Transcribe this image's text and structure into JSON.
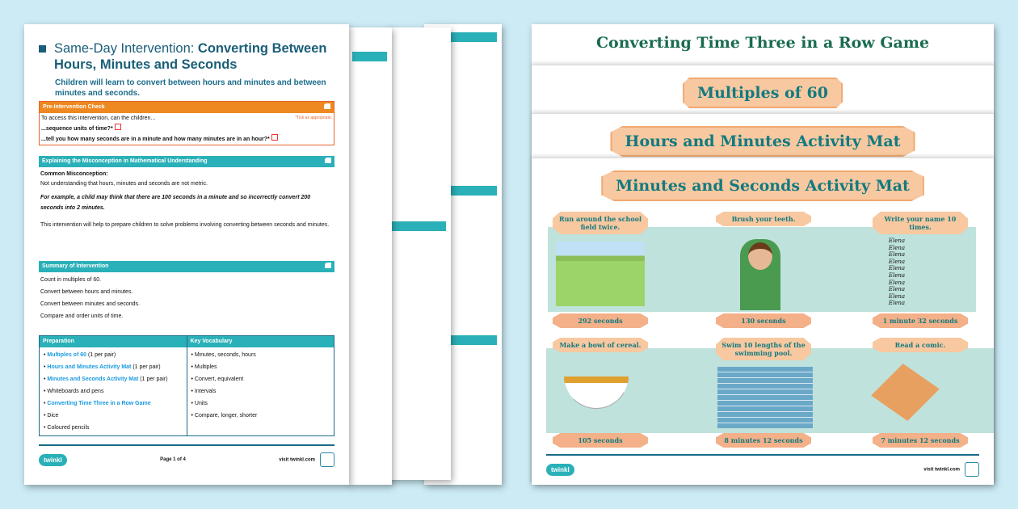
{
  "left_doc": {
    "title_light": "Same-Day Intervention: ",
    "title_bold": "Converting Between Hours, Minutes and Seconds",
    "subtitle": "Children will learn to convert between hours and minutes and between minutes and seconds.",
    "pre_check": {
      "header": "Pre-Intervention Check",
      "intro": "To access this intervention, can the children...",
      "note": "*Tick as appropriate.",
      "items": [
        "...sequence units of time?*",
        "...tell you how many seconds are in a minute and how many minutes are in an hour?*"
      ]
    },
    "misconception": {
      "header": "Explaining the Misconception in Mathematical Understanding",
      "label": "Common Misconception:",
      "text": "Not understanding that hours, minutes and seconds are not metric.",
      "example": "For example, a child may think that there are 100 seconds in a minute and so incorrectly convert 200 seconds into 2 minutes.",
      "help": "This intervention will help to prepare children to solve problems involving converting between seconds and minutes."
    },
    "summary": {
      "header": "Summary of Intervention",
      "items": [
        "Count in multiples of 60.",
        "Convert between hours and minutes.",
        "Convert between minutes and seconds.",
        "Compare and order units of time."
      ]
    },
    "preparation": {
      "header": "Preparation",
      "items": [
        {
          "link": "Multiples of 60",
          "rest": " (1 per pair)"
        },
        {
          "link": "Hours and Minutes Activity Mat",
          "rest": " (1 per pair)"
        },
        {
          "link": "Minutes and Seconds Activity Mat",
          "rest": " (1 per pair)"
        },
        {
          "link": "",
          "rest": "Whiteboards and pens"
        },
        {
          "link": "Converting Time Three in a Row Game",
          "rest": ""
        },
        {
          "link": "",
          "rest": "Dice"
        },
        {
          "link": "",
          "rest": "Coloured pencils"
        }
      ]
    },
    "vocabulary": {
      "header": "Key Vocabulary",
      "items": [
        "Minutes, seconds, hours",
        "Multiples",
        "Convert, equivalent",
        "Intervals",
        "Units",
        "Compare, longer, shorter"
      ]
    },
    "footer": {
      "logo": "twinkl",
      "page": "Page 1 of 4",
      "site": "visit twinkl.com"
    }
  },
  "right_doc": {
    "game_title": "Converting Time Three in a Row Game",
    "mat1": "Multiples of 60",
    "mat2": "Hours and Minutes Activity Mat",
    "mat3": "Minutes and Seconds Activity Mat",
    "activities": [
      {
        "task": "Run around the school field twice.",
        "answer": "292 seconds"
      },
      {
        "task": "Brush your teeth.",
        "answer": "130 seconds"
      },
      {
        "task": "Write your name 10 times.",
        "answer": "1 minute 32 seconds"
      },
      {
        "task": "Make a bowl of cereal.",
        "answer": "105 seconds"
      },
      {
        "task": "Swim 10 lengths of the swimming pool.",
        "answer": "8 minutes 12 seconds"
      },
      {
        "task": "Read a comic.",
        "answer": "7 minutes 12 seconds"
      }
    ],
    "name": "Elena",
    "footer": {
      "logo": "twinkl",
      "site": "visit twinkl.com"
    }
  }
}
